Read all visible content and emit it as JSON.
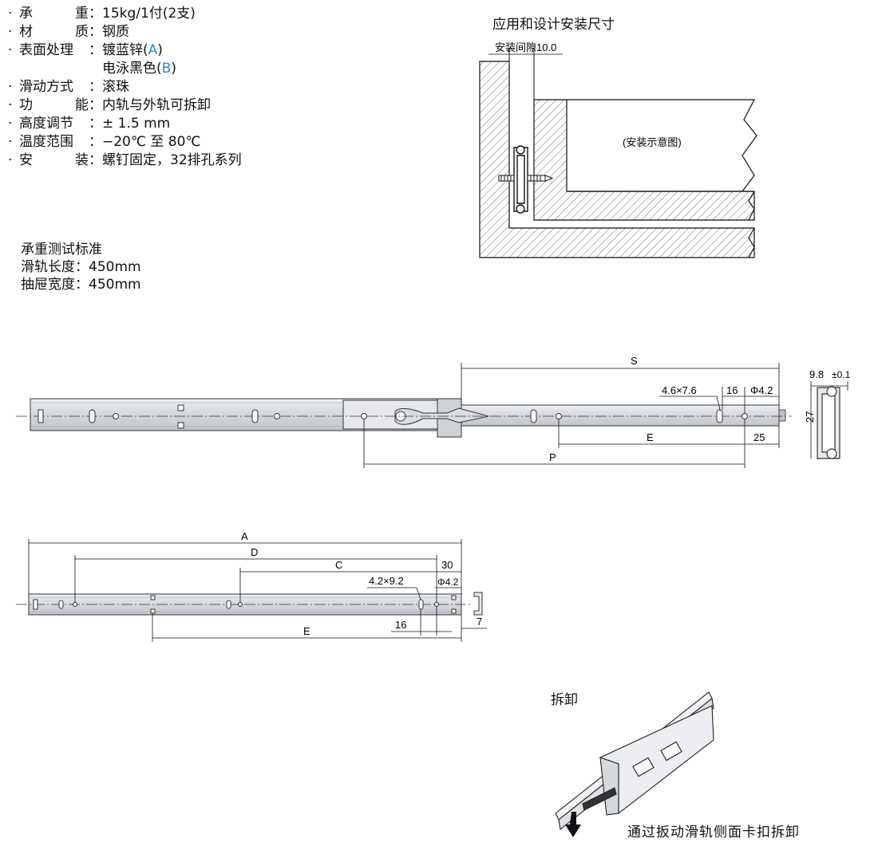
{
  "specs": [
    {
      "label_a": "承",
      "label_b": "重",
      "value_pre": "15kg/1付(2支)"
    },
    {
      "label_a": "材",
      "label_b": "质",
      "value_pre": "钢质"
    },
    {
      "label_a": "表面处理",
      "label_b": "",
      "value_pre": "镀蓝锌(",
      "value_hl": "A",
      "value_post": ")"
    },
    {
      "label_a": "",
      "label_b": "",
      "value_pre": "电泳黑色(",
      "value_hl": "B",
      "value_post": ")"
    },
    {
      "label_a": "滑动方式",
      "label_b": "",
      "value_pre": "滚珠"
    },
    {
      "label_a": "功",
      "label_b": "能",
      "value_pre": "内轨与外轨可拆卸"
    },
    {
      "label_a": "高度调节",
      "label_b": "",
      "value_pre": "± 1.5 mm"
    },
    {
      "label_a": "温度范围",
      "label_b": "",
      "value_pre": "−20℃ 至 80℃"
    },
    {
      "label_a": "安",
      "label_b": "装",
      "value_pre": "螺钉固定，32排孔系列"
    }
  ],
  "load_test": {
    "title": "承重测试标准",
    "rail_length": "滑轨长度：450mm",
    "drawer_width": "抽屉宽度：450mm"
  },
  "install": {
    "title": "应用和设计安装尺寸",
    "gap_label": "安装间隙10.0",
    "diagram_note": "(安装示意图)"
  },
  "extended_view": {
    "dim_S": "S",
    "dim_hole_slot": "4.6×7.6",
    "dim_16": "16",
    "dim_phi": "Φ4.2",
    "dim_E": "E",
    "dim_25": "25",
    "dim_P": "P",
    "dim_9_8": "9.8",
    "dim_tol": "±0.1",
    "dim_27": "27"
  },
  "closed_view": {
    "dim_A": "A",
    "dim_D": "D",
    "dim_C": "C",
    "dim_30": "30",
    "dim_slot": "4.2×9.2",
    "dim_phi": "Φ4.2",
    "dim_16": "16",
    "dim_E": "E",
    "dim_7": "7"
  },
  "disassembly": {
    "title": "拆卸",
    "caption": "通过扳动滑轨侧面卡扣拆卸"
  },
  "colors": {
    "highlight": "#1a8fd6",
    "rail_fill": "#d8dbdf",
    "line": "#111111"
  }
}
